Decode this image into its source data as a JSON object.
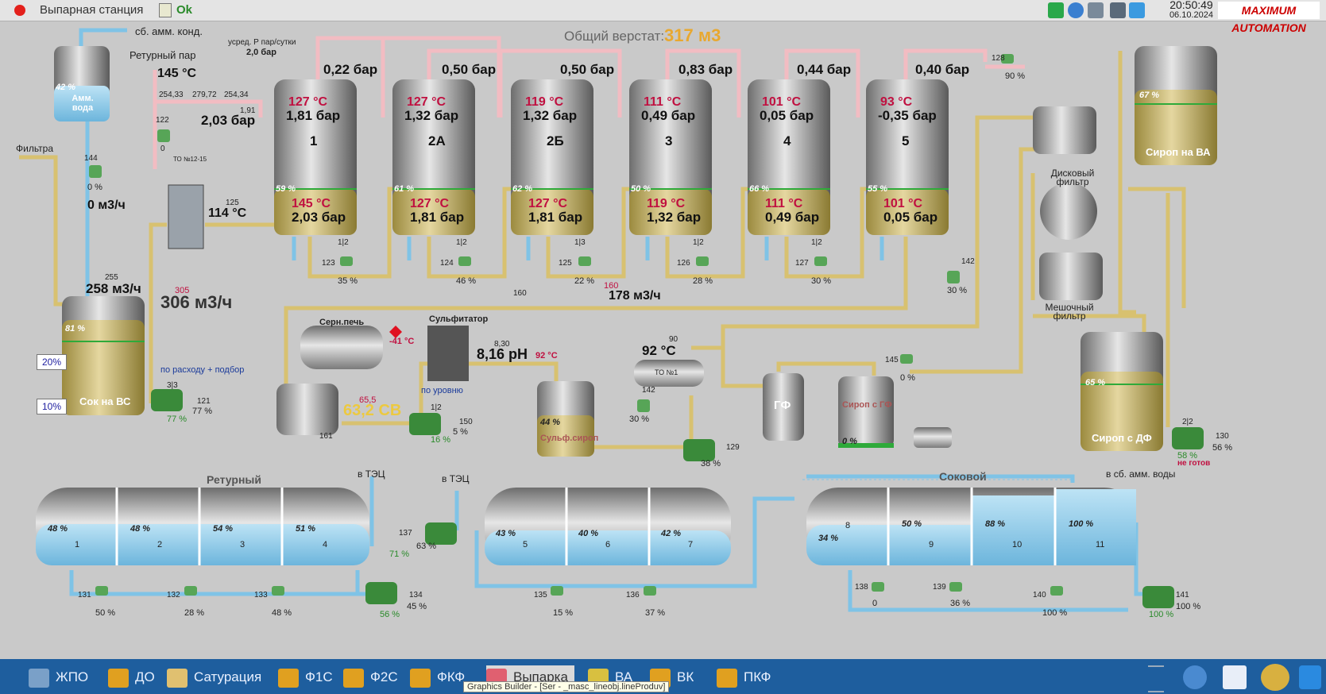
{
  "window": {
    "title": "Выпарная станция",
    "status": "Ok",
    "time": "20:50:49",
    "date": "06.10.2024",
    "logo": "MAXIMUM AUTOMATION"
  },
  "header": {
    "total_label": "Общий верстат:",
    "total_value": "317 м3"
  },
  "inputs": {
    "amm_cond": "сб. амм. конд.",
    "filters": "Фильтра",
    "return_steam": "Ретурный пар",
    "avg_pressure_label": "усред. Р пар/сутки",
    "avg_pressure_value": "2,0 бар"
  },
  "tanks": {
    "amm_water": {
      "name": "Амм. вода",
      "level": "42 %"
    },
    "juice_vs": {
      "name": "Сок на ВС",
      "level": "81 %",
      "id": "255",
      "flow": "258 м3/ч"
    },
    "syrup_va": {
      "name": "Сироп на ВА",
      "level": "67 %"
    },
    "syrup_df": {
      "name": "Сироп с ДФ",
      "level": "65 %"
    },
    "sulf_syrup": {
      "name": "Сульф.сироп",
      "level": "44 %"
    },
    "gf": {
      "name": "ГФ"
    },
    "syrup_gf": {
      "name": "Сироп с ГФ",
      "level": "0 %"
    },
    "disk_filter": "Дисковый фильтр",
    "bag_filter": "Мешочный фильтр",
    "sulfitator": "Сульфитатор",
    "sulfur_furnace": "Серн.печь",
    "to_12_15": "ТО №12-15",
    "to_1": "ТО №1"
  },
  "steam": {
    "temp": "145 °C",
    "p1": "254,33",
    "p2": "279,72",
    "p3": "254,34",
    "p4": "1,91",
    "pressure": "2,03 бар",
    "valve122": "122",
    "v122_pct": "0",
    "after_to": "114 °C",
    "to_id": "125"
  },
  "evaporators": [
    {
      "name": "1",
      "top_p": "0,22 бар",
      "t": "127 °C",
      "p": "1,81 бар",
      "level": "59 %",
      "bt": "145 °C",
      "bp": "2,03 бар",
      "valve": "123",
      "vmode": "1|2",
      "vpct": "35 %"
    },
    {
      "name": "2А",
      "top_p": "0,50 бар",
      "t": "127 °C",
      "p": "1,32 бар",
      "level": "61 %",
      "bt": "127 °C",
      "bp": "1,81 бар",
      "valve": "124",
      "vmode": "1|2",
      "vpct": "46 %"
    },
    {
      "name": "2Б",
      "top_p": "0,50 бар",
      "t": "119 °C",
      "p": "1,32 бар",
      "level": "62 %",
      "bt": "127 °C",
      "bp": "1,81 бар",
      "valve": "125",
      "vmode": "1|3",
      "vpct": "22 %"
    },
    {
      "name": "3",
      "top_p": "0,83 бар",
      "t": "111 °C",
      "p": "0,49 бар",
      "level": "50 %",
      "bt": "119 °C",
      "bp": "1,32 бар",
      "valve": "126",
      "vmode": "1|2",
      "vpct": "28 %"
    },
    {
      "name": "4",
      "top_p": "0,44 бар",
      "t": "101 °C",
      "p": "0,05 бар",
      "level": "66 %",
      "bt": "111 °C",
      "bp": "0,49 бар",
      "valve": "127",
      "vmode": "1|2",
      "vpct": "30 %"
    },
    {
      "name": "5",
      "top_p": "0,40 бар",
      "t": "93 °C",
      "p": "-0,35 бар",
      "level": "55 %",
      "bt": "101 °C",
      "bp": "0,05 бар",
      "valve": "",
      "vmode": "",
      "vpct": ""
    }
  ],
  "flows": {
    "f144": "144",
    "f144pct": "0 %",
    "amm_flow": "0 м3/ч",
    "main_flow": "306 м3/ч",
    "main_flow_id": "305",
    "flow160": "178 м3/ч",
    "flow160_id": "160",
    "f160": "160",
    "pump121": "121",
    "pump121_mode": "3|3",
    "pump121_pct": "77 %",
    "pump121_pct2": "77 %",
    "pump121_note": "по расходу + подбор",
    "g20": "20%",
    "g10": "10%",
    "v128": "128",
    "v128pct": "90 %",
    "v142a": "142",
    "v142apct": "30 %",
    "v142b": "142",
    "v142bpct": "30 %",
    "v145": "145",
    "v145pct": "0 %"
  },
  "sulfitation": {
    "temp": "-41 °C",
    "ph_id": "8,30",
    "ph": "8,16 pH",
    "temp2": "92 °C",
    "cb_id": "65,5",
    "cb": "63,2 СВ",
    "pump150": "150",
    "pump150_mode": "1|2",
    "pump150_note": "по уровню",
    "pump150_pct": "5 %",
    "pump150_pct2": "16 %",
    "p161": "161",
    "to1_temp": "92 °C",
    "to1_id": "90",
    "pump129": "129",
    "pump129_pct": "38 %",
    "pump130": "130",
    "pump130_mode": "2|2",
    "pump130_pct": "58 %",
    "pump130_pct2": "56 %",
    "pump130_note": "не готов"
  },
  "bottom": {
    "return_label": "Ретурный",
    "juice_label": "Соковой",
    "to_tec1": "в ТЭЦ",
    "to_tec2": "в ТЭЦ",
    "to_amm": "в сб. амм. воды",
    "return_tanks": [
      {
        "n": "1",
        "l": "48 %"
      },
      {
        "n": "2",
        "l": "48 %"
      },
      {
        "n": "3",
        "l": "54 %"
      },
      {
        "n": "4",
        "l": "51 %"
      }
    ],
    "mid_tanks": [
      {
        "n": "5",
        "l": "43 %"
      },
      {
        "n": "6",
        "l": "40 %"
      },
      {
        "n": "7",
        "l": "42 %"
      }
    ],
    "juice_tanks": [
      {
        "n": "8",
        "l": "34 %"
      },
      {
        "n": "9",
        "l": "50 %"
      },
      {
        "n": "10",
        "l": "88 %"
      },
      {
        "n": "11",
        "l": "100 %"
      }
    ],
    "pumps": [
      {
        "id": "131",
        "pct": "50 %"
      },
      {
        "id": "132",
        "pct": "28 %"
      },
      {
        "id": "133",
        "pct": "48 %"
      },
      {
        "id": "134",
        "pct": "45 %",
        "pct2": "56 %"
      },
      {
        "id": "137",
        "pct": "63 %",
        "pct2": "71 %"
      },
      {
        "id": "135",
        "pct": "15 %"
      },
      {
        "id": "136",
        "pct": "37 %"
      },
      {
        "id": "138",
        "pct": "0"
      },
      {
        "id": "139",
        "pct": "36 %"
      },
      {
        "id": "140",
        "pct": "100 %"
      },
      {
        "id": "141",
        "pct": "100 %",
        "pct2": "100 %"
      }
    ]
  },
  "taskbar": {
    "items": [
      "ЖПО",
      "ДО",
      "Сатурация",
      "Ф1С",
      "Ф2С",
      "ФКФ",
      "Выпарка",
      "ВА",
      "ВК",
      "ПКФ"
    ],
    "tooltip": "Graphics Builder - [Ser - _masc_lineobj.lineProduv]"
  },
  "colors": {
    "bg": "#c9c9c9",
    "juice": "#c8b66a",
    "water": "#7fc3e6",
    "steam": "#f4c4c8",
    "accent_red": "#c01040"
  }
}
